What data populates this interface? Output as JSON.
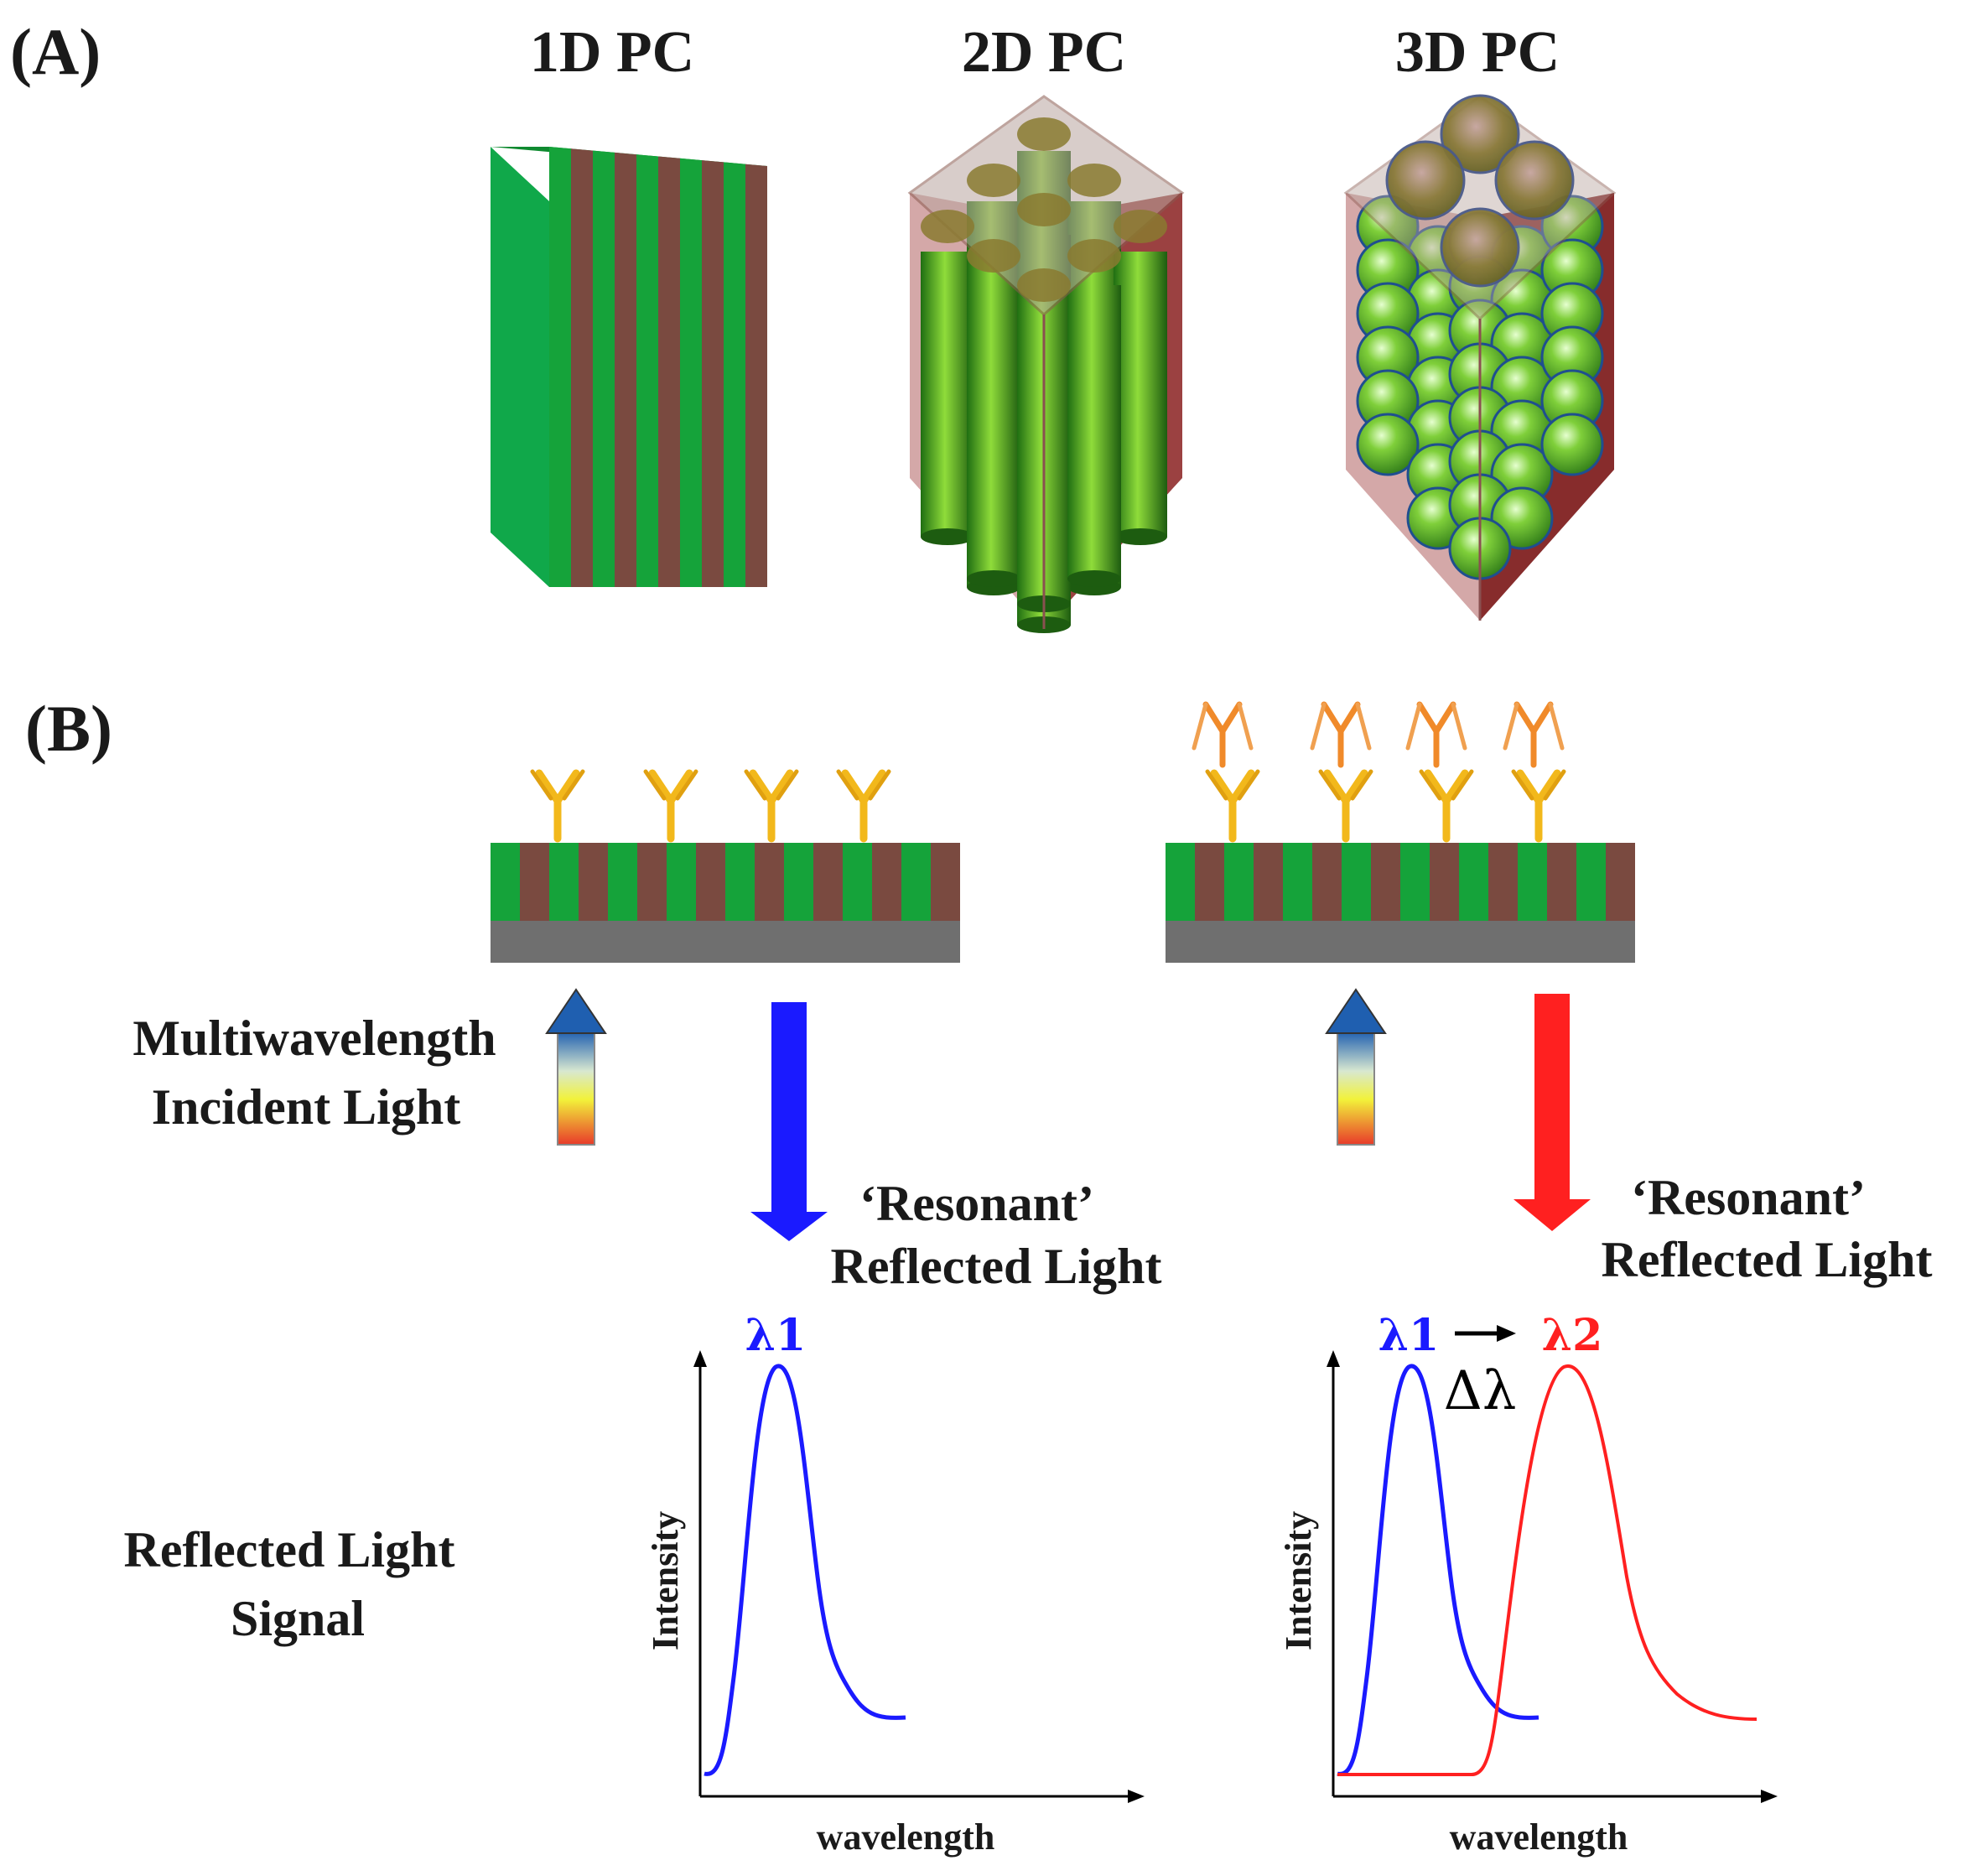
{
  "panel_a": {
    "label": "(A)",
    "crystals": [
      {
        "label": "1D PC"
      },
      {
        "label": "2D PC"
      },
      {
        "label": "3D PC"
      }
    ]
  },
  "panel_b": {
    "label": "(B)",
    "incident_label_line1": "Multiwavelength",
    "incident_label_line2": "Incident Light",
    "reflected_label_line1": "‘Resonant’",
    "reflected_label_line2": "Reflected Light",
    "signal_label_line1": "Reflected Light",
    "signal_label_line2": "Signal",
    "left_plot": {
      "ylabel": "Intensity",
      "xlabel": "wavelength",
      "peak_label": "λ1"
    },
    "right_plot": {
      "ylabel": "Intensity",
      "xlabel": "wavelength",
      "peak1_label": "λ1",
      "peak2_label": "λ2",
      "shift_label": "Δλ"
    }
  },
  "colors": {
    "green": "#15a33a",
    "brown": "#7a4a40",
    "gray": "#6f6f6f",
    "blue": "#1a1aff",
    "red": "#ff2020",
    "antibody": "#f2b81b",
    "antigen": "#f08a2a"
  }
}
